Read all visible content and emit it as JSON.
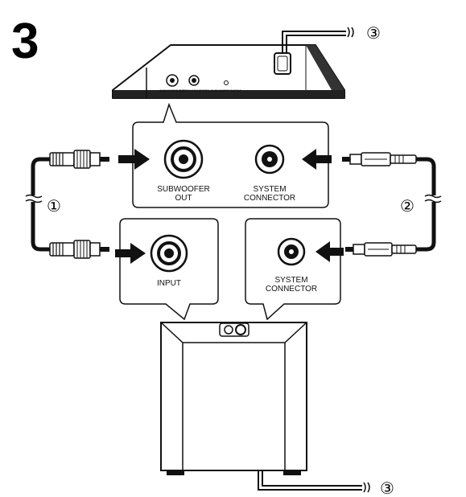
{
  "step_number": "3",
  "callouts": {
    "cable_1": "①",
    "cable_2": "②",
    "power_cord": "③"
  },
  "base_unit_panel": {
    "subwoofer_out": "SUBWOOFER OUT",
    "system_connector": "SYSTEM CONNECTOR",
    "subwoofer_pairing": "SUBWOOFER PAIRING"
  },
  "base_unit_zoom": {
    "subwoofer_out_line1": "SUBWOOFER",
    "subwoofer_out_line2": "OUT",
    "system_connector_line1": "SYSTEM",
    "system_connector_line2": "CONNECTOR"
  },
  "subwoofer_input_zoom": {
    "input": "INPUT"
  },
  "subwoofer_system_zoom": {
    "line1": "SYSTEM",
    "line2": "CONNECTOR"
  }
}
